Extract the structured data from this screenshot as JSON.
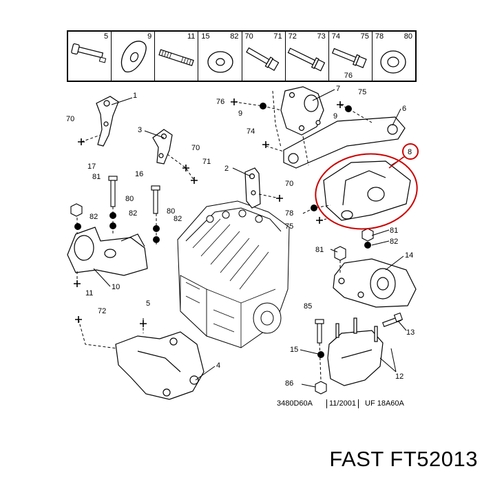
{
  "legend": {
    "cells": [
      {
        "right": "5"
      },
      {
        "right": "9"
      },
      {
        "right": "11"
      },
      {
        "left": "15",
        "right": "82"
      },
      {
        "left": "70",
        "right": "71"
      },
      {
        "left": "72",
        "right": "73"
      },
      {
        "left": "74",
        "right": "75",
        "bottom": "76"
      },
      {
        "left": "78",
        "right": "80"
      }
    ]
  },
  "callouts": {
    "c1": "1",
    "c2": "2",
    "c3": "3",
    "c4": "4",
    "c5": "5",
    "c6": "6",
    "c7": "7",
    "c8": "8",
    "c9a": "9",
    "c9b": "9",
    "c10": "10",
    "c11": "11",
    "c12": "12",
    "c13": "13",
    "c14": "14",
    "c15": "15",
    "c16": "16",
    "c17": "17",
    "c70a": "70",
    "c70b": "70",
    "c70c": "70",
    "c71": "71",
    "c72": "72",
    "c74": "74",
    "c75a": "75",
    "c75b": "75",
    "c76": "76",
    "c78": "78",
    "c80": "80",
    "c80b": "80",
    "c81a": "81",
    "c81b": "81",
    "c81c": "81",
    "c82a": "82",
    "c82b": "82",
    "c82c": "82",
    "c82d": "82",
    "c85": "85",
    "c86": "86"
  },
  "reference": {
    "code": "3480D60A",
    "date": "11/2001",
    "uf": "UF 18A60A"
  },
  "footer": "FAST FT52013",
  "highlight_color": "#cc0000"
}
